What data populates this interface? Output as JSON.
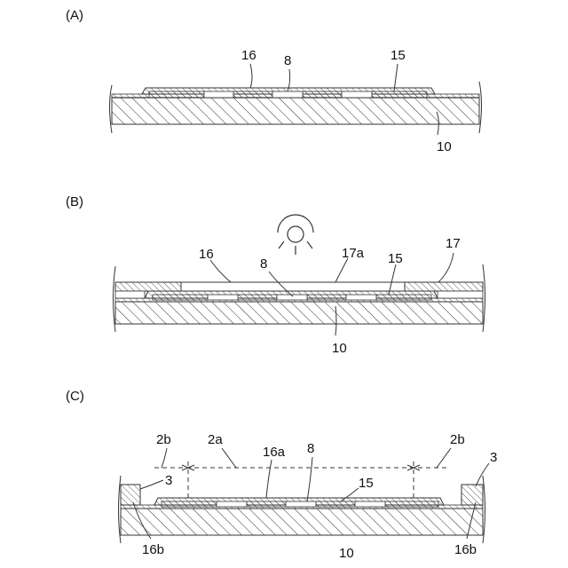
{
  "panels": {
    "a": {
      "tag": "(A)",
      "labels": {
        "l16": "16",
        "l8": "8",
        "l15": "15",
        "l10": "10"
      }
    },
    "b": {
      "tag": "(B)",
      "labels": {
        "l16": "16",
        "l8": "8",
        "l17a": "17a",
        "l15": "15",
        "l17": "17",
        "l10": "10"
      }
    },
    "c": {
      "tag": "(C)",
      "labels": {
        "l2b_left": "2b",
        "l2a": "2a",
        "l16a": "16a",
        "l8": "8",
        "l2b_right": "2b",
        "l3_right": "3",
        "l3_left": "3",
        "l15": "15",
        "l16b_left": "16b",
        "l10": "10",
        "l16b_right": "16b"
      }
    }
  },
  "icons": {
    "light_source": "lamp-icon"
  }
}
